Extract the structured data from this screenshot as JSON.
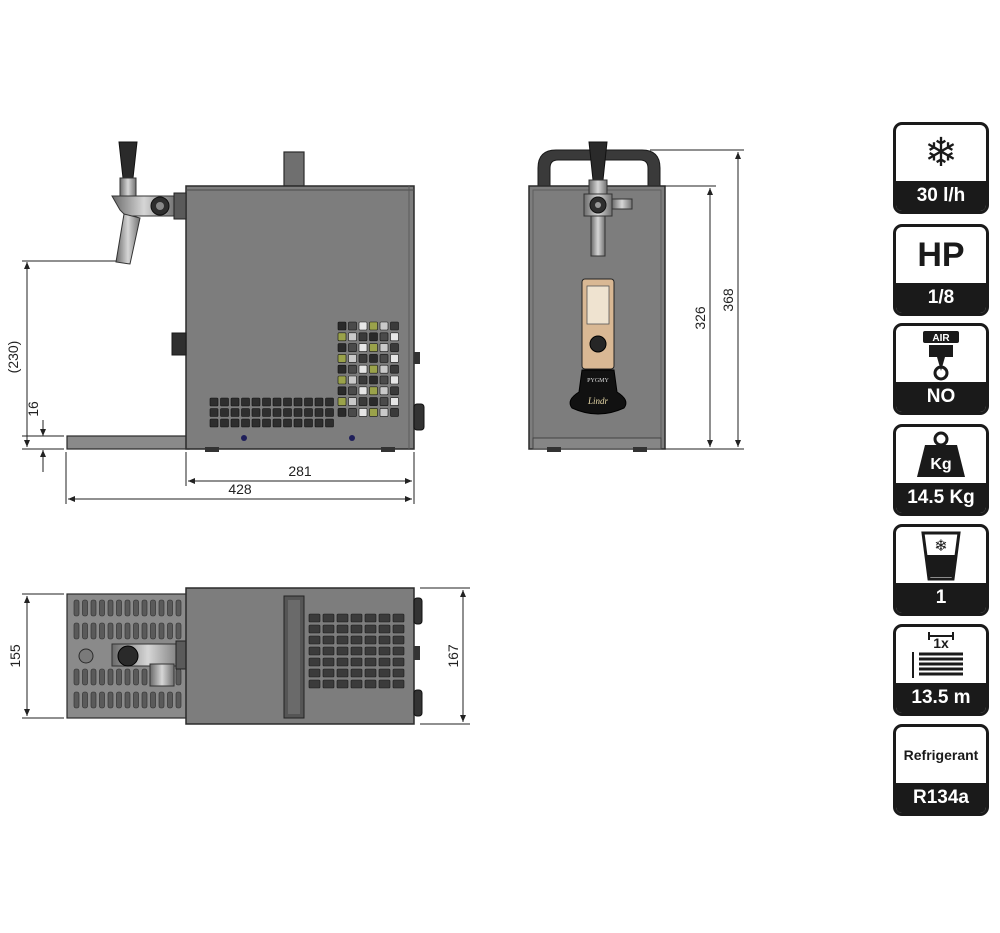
{
  "dimensions": {
    "tap_height": "(230)",
    "drip_tray_height": "16",
    "body_depth": "281",
    "total_depth": "428",
    "body_height": "326",
    "total_height": "368",
    "drip_tray_width": "155",
    "body_width": "167"
  },
  "product_labels": {
    "model": "PYGMY",
    "brand": "Lindr"
  },
  "specs": [
    {
      "icon": "snowflake-icon",
      "value": "30 l/h"
    },
    {
      "label": "HP",
      "value": "1/8"
    },
    {
      "icon": "air-compressor-icon",
      "icon_text": "AIR",
      "value": "NO"
    },
    {
      "icon": "weight-icon",
      "icon_text": "Kg",
      "value": "14.5 Kg"
    },
    {
      "icon": "cooled-glass-icon",
      "value": "1"
    },
    {
      "icon": "cooling-coil-icon",
      "icon_text": "1x",
      "value": "13.5 m"
    },
    {
      "label": "Refrigerant",
      "value": "R134a"
    }
  ],
  "colors": {
    "body": "#7d7d7d",
    "outline": "#2b2b2b",
    "badge": "#1a1a1a"
  }
}
